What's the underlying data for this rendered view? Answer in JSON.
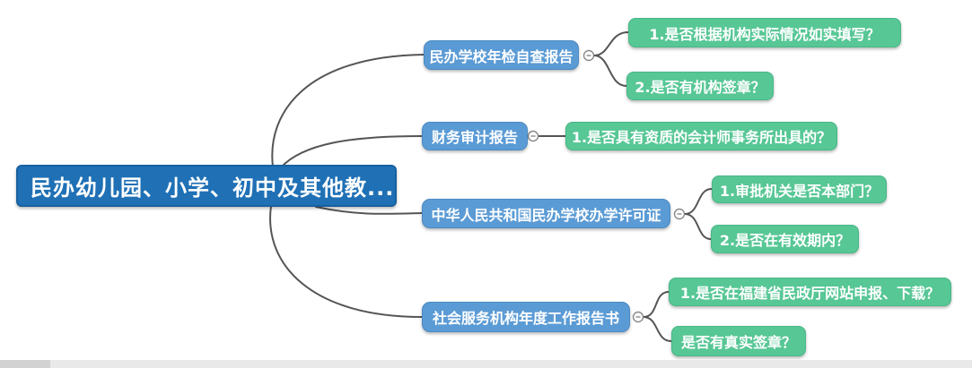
{
  "mindmap": {
    "root": {
      "label": "民办幼儿园、小学、初中及其他教..."
    },
    "branches": [
      {
        "label": "民办学校年检自查报告",
        "children": [
          {
            "label": "1.是否根据机构实际情况如实填写？"
          },
          {
            "label": "2.是否有机构签章？"
          }
        ]
      },
      {
        "label": "财务审计报告",
        "children": [
          {
            "label": "1.是否具有资质的会计师事务所出具的？"
          }
        ]
      },
      {
        "label": "中华人民共和国民办学校办学许可证",
        "children": [
          {
            "label": "1.审批机关是否本部门？"
          },
          {
            "label": "2.是否在有效期内？"
          }
        ]
      },
      {
        "label": "社会服务机构年度工作报告书",
        "children": [
          {
            "label": "1.是否在福建省民政厅网站申报、下载？"
          },
          {
            "label": "是否有真实签章？"
          }
        ]
      }
    ]
  },
  "colors": {
    "root_fill": "#1f70b5",
    "branch_fill": "#5b9bd5",
    "leaf_fill": "#57c795",
    "edge_stroke": "#555555",
    "handle_stroke": "#8a8a8a",
    "scroll_track": "#e9e9e9",
    "scroll_thumb": "#d2d2d2"
  }
}
